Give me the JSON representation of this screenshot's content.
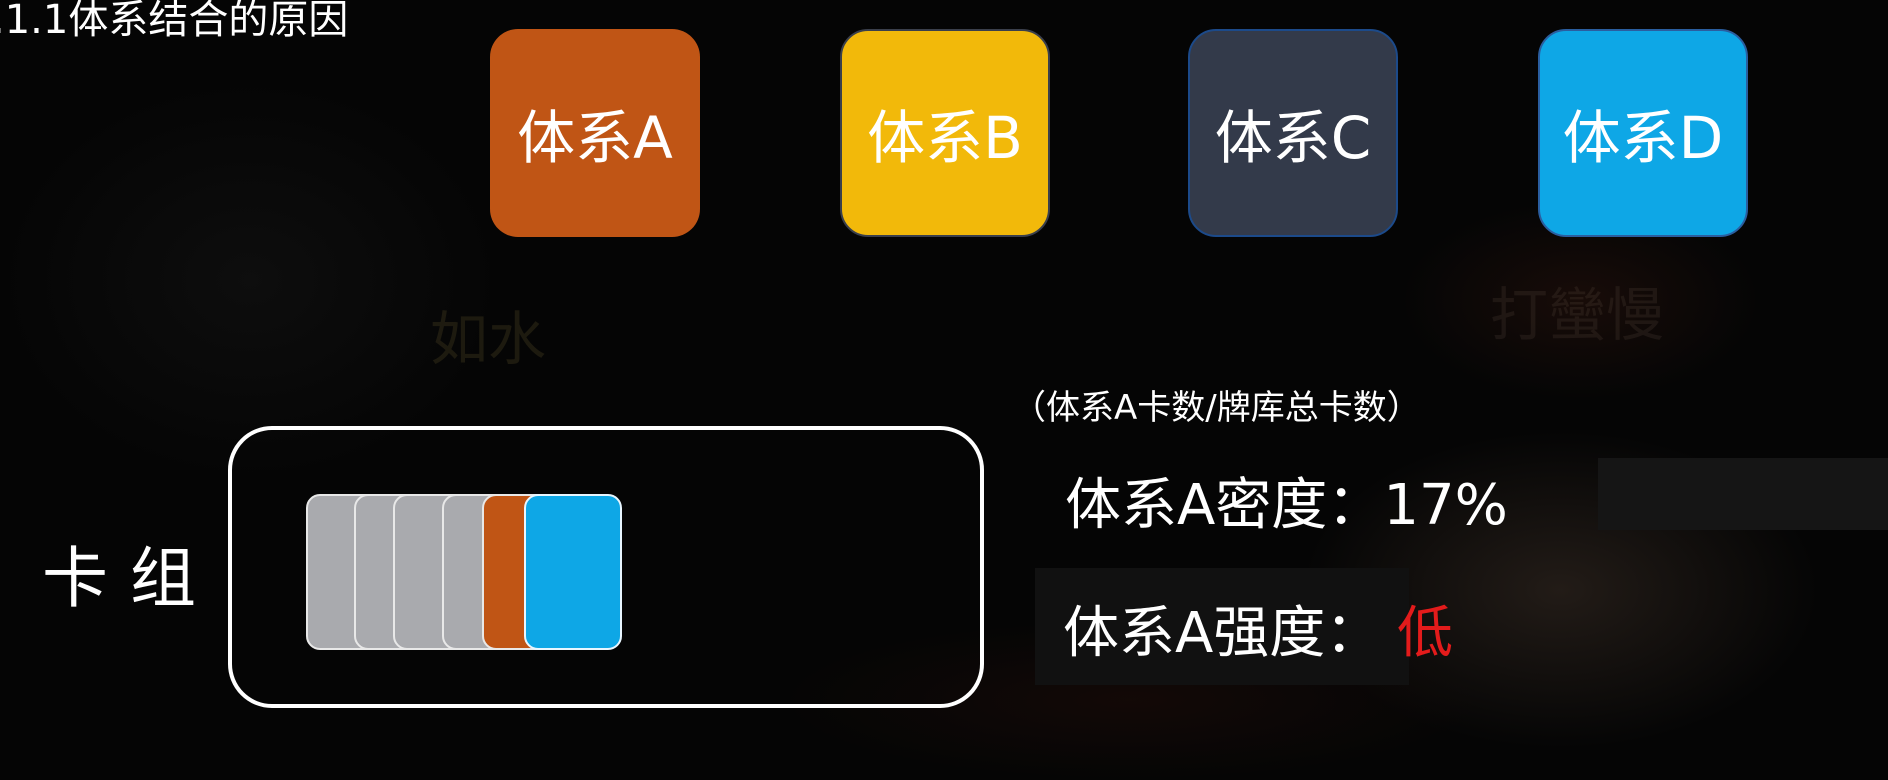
{
  "slide": {
    "title": ".1.1体系结合的原因",
    "faint_text_left": "如水",
    "faint_text_right": "打蠻慢"
  },
  "systems": [
    {
      "label": "体系A",
      "color": "#c05515"
    },
    {
      "label": "体系B",
      "color": "#f2b90a"
    },
    {
      "label": "体系C",
      "color": "#333a4a"
    },
    {
      "label": "体系D",
      "color": "#0ea7e6"
    }
  ],
  "deck": {
    "label": "卡组",
    "cards": [
      {
        "type": "grey",
        "color": "#a9aaae"
      },
      {
        "type": "grey",
        "color": "#a9aaae"
      },
      {
        "type": "grey",
        "color": "#a9aaae"
      },
      {
        "type": "grey",
        "color": "#a9aaae"
      },
      {
        "type": "system-a",
        "color": "#c05515"
      },
      {
        "type": "system-d",
        "color": "#0ea7e6"
      }
    ]
  },
  "stats": {
    "formula_note": "（体系A卡数/牌库总卡数）",
    "density_label": "体系A密度：",
    "density_value": "17%",
    "strength_label": "体系A强度：",
    "strength_value": "低",
    "strength_value_color": "#e31b1b"
  }
}
